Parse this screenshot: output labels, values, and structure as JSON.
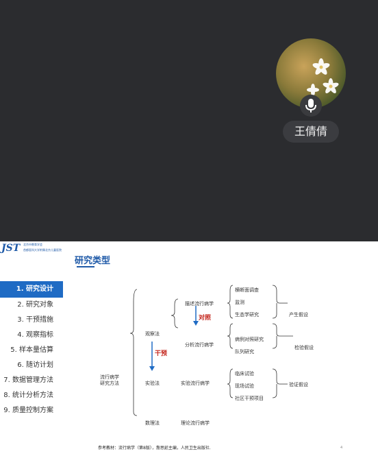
{
  "call": {
    "participant_name": "王倩倩",
    "mic_icon": "mic-icon"
  },
  "slide": {
    "title": "研究类型",
    "logo_mark": "JST",
    "logo_line1": "北京市教育学会",
    "logo_line2": "首都医科大学附属北京儿童医院",
    "nav": [
      {
        "label": "1. 研究设计",
        "active": true
      },
      {
        "label": "2. 研究对象",
        "active": false
      },
      {
        "label": "3. 干预措施",
        "active": false
      },
      {
        "label": "4. 观察指标",
        "active": false
      },
      {
        "label": "5. 样本量估算",
        "active": false
      },
      {
        "label": "6. 随访计划",
        "active": false
      },
      {
        "label": "7. 数据管理方法",
        "active": false
      },
      {
        "label": "8. 统计分析方法",
        "active": false
      },
      {
        "label": "9. 质量控制方案",
        "active": false
      }
    ],
    "diagram": {
      "root": "流行病学\n研究方法",
      "observe": "观察法",
      "experiment": "实验法",
      "math": "数理法",
      "descriptive": "描述流行病学",
      "analytic": "分析流行病学",
      "experimental_epi": "实验流行病学",
      "theoretical_epi": "理论流行病学",
      "cross_section": "横断面调查",
      "monitor": "监测",
      "ecology": "生态学研究",
      "case_control": "病例对照研究",
      "cohort": "队列研究",
      "clinical_trial": "临床试验",
      "field_trial": "现场试验",
      "community": "社区干预项目",
      "hypothesis": "产生假设",
      "test_hypothesis": "检验假设",
      "verify_hypothesis": "验证假设",
      "contrast": "对照",
      "intervention": "干预"
    },
    "footer": "参考教材：流行病学（第8版），詹思延主编，人民卫生出版社.",
    "page_number": "4"
  }
}
